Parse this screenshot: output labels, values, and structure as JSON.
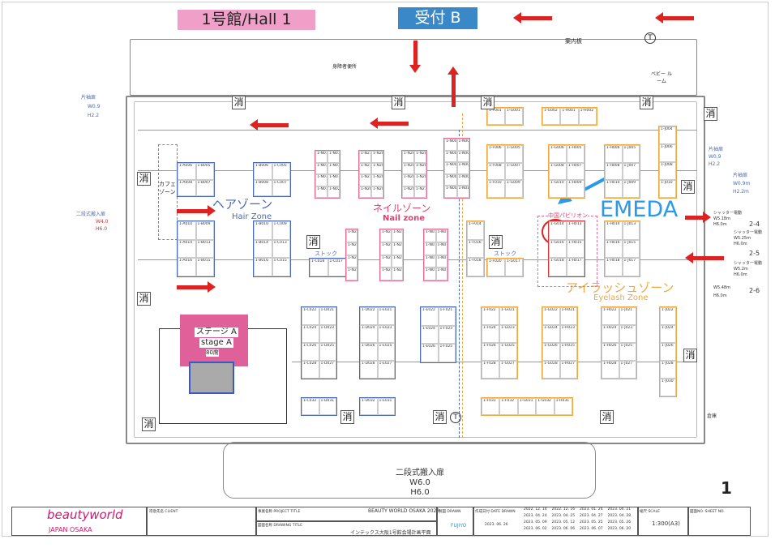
{
  "signs": {
    "hall": "1号館/Hall 1",
    "reception": "受付 B",
    "info_board": "案内板",
    "baby_room": "ベビー ルーム",
    "accessible_toilet": "身障者便所",
    "cafe": "カフェ ゾーン",
    "fire": "消",
    "toilet": "T",
    "annotation": "EMEDA",
    "sheet_no": "1",
    "stock": "ストック"
  },
  "zones": {
    "hair_jp": "ヘアゾーン",
    "hair_en": "Hair Zone",
    "nail_jp": "ネイルゾーン",
    "nail_en": "Nail zone",
    "eyelash_jp": "アイラッシュゾーン",
    "eyelash_en": "Eyelash Zone",
    "china_pavilion": "中国パビリオン",
    "stage_jp": "ステージ A",
    "stage_en": "stage A",
    "stage_seats": "80席"
  },
  "doors": {
    "left_top": [
      "片袖扉",
      "W0.9",
      "H2.2"
    ],
    "left_mid": [
      "二段式搬入扉",
      "W4.0",
      "H6.0"
    ],
    "right_top": [
      "片袖扉",
      "W0.9",
      "H2.2"
    ],
    "right_top2": [
      "片袖扉",
      "W0.9m",
      "H2.2m"
    ],
    "shutter1": [
      "シャッター電動",
      "W5.18m",
      "H6.0m",
      "2-4"
    ],
    "shutter2": [
      "シャッター電動",
      "W5.25m",
      "H6.0m",
      "2-5"
    ],
    "shutter3": [
      "シャッター電動",
      "W5.2m",
      "H6.0m"
    ],
    "shutter4": [
      "W5.48m",
      "H6.0m",
      "2-6"
    ],
    "bottom": [
      "二段式搬入扉",
      "W6.0",
      "H6.0"
    ],
    "warehouse": "倉庫"
  },
  "booths": [
    [
      "1-A006",
      "1-B005",
      "1-A008",
      "1-B007"
    ],
    [
      "1-B006",
      "1-C005",
      "1-B008",
      "1-C007"
    ],
    [
      "1-A010",
      "1-B009",
      "1-A014",
      "1-B013",
      "1-A016",
      "1-B015"
    ],
    [
      "1-B010",
      "1-C009",
      "1-B014",
      "1-C013",
      "1-B016",
      "1-C015"
    ],
    [
      "1-C018",
      "1-C017"
    ],
    [
      "1-N013",
      "1-N014",
      "1-N015",
      "1-N016",
      "1-N017",
      "1-N018",
      "1-N019",
      "1-N020"
    ],
    [
      "1-N212",
      "1-N206",
      "1-N213",
      "1-N208",
      "1-N211",
      "1-N208",
      "1-N209",
      "1-N208"
    ],
    [
      "1-N203",
      "1-N204",
      "1-N205",
      "1-N206",
      "1-N207",
      "1-N208",
      "1-N209",
      "1-N210"
    ],
    [
      "1-N001",
      "1-N002",
      "1-N003",
      "1-N004",
      "1-N005",
      "1-N006",
      "1-N007",
      "1-N008",
      "1-N009",
      "1-N010"
    ],
    [
      "1-N212",
      "1-N216",
      "1-N215",
      "1-N218"
    ],
    [
      "1-N211",
      "1-N212",
      "1-N213",
      "1-N214",
      "1-N215",
      "1-N216",
      "1-N217",
      "1-N218"
    ],
    [
      "1-N011",
      "1-N012",
      "1-N013",
      "1-N014",
      "1-N015",
      "1-N016",
      "1-N017",
      "1-N018"
    ],
    [
      "1-F001",
      "1-G001"
    ],
    [
      "1-G002",
      "1-H001",
      "1-H002"
    ],
    [
      "1-F006",
      "1-G005",
      "1-F008",
      "1-G007",
      "1-F010",
      "1-G009"
    ],
    [
      "1-G006",
      "1-H005",
      "1-G008",
      "1-H007",
      "1-G010",
      "1-H009"
    ],
    [
      "1-H006",
      "1-J005",
      "1-H008",
      "1-J007",
      "1-H010",
      "1-J009"
    ],
    [
      "1-J004",
      "1-J006",
      "1-J008",
      "1-J010"
    ],
    [
      "1-F014",
      "1-F016",
      "1-F018"
    ],
    [
      "1-F020",
      "1-G017"
    ],
    [
      "1-G014",
      "1-H013",
      "1-G016",
      "1-H015",
      "1-G018",
      "1-H017"
    ],
    [
      "1-H014",
      "1-J013",
      "1-H016",
      "1-J015",
      "1-H018",
      "1-J017"
    ],
    [
      "1-C022",
      "1-D021",
      "1-C024",
      "1-D023",
      "1-C026",
      "1-D025",
      "1-C028",
      "1-D027"
    ],
    [
      "1-D022",
      "1-E021",
      "1-D024",
      "1-E023",
      "1-D026",
      "1-E025",
      "1-D028",
      "1-E027"
    ],
    [
      "1-E022",
      "1-F021",
      "1-E024",
      "1-F023",
      "1-E026",
      "1-F025"
    ],
    [
      "1-F022",
      "1-G021",
      "1-F024",
      "1-G023",
      "1-F026",
      "1-G025",
      "1-F028",
      "1-G027"
    ],
    [
      "1-G022",
      "1-H021",
      "1-G024",
      "1-H023",
      "1-G026",
      "1-H025",
      "1-G028",
      "1-H027"
    ],
    [
      "1-H022",
      "1-J021",
      "1-H024",
      "1-J023",
      "1-H026",
      "1-J025",
      "1-H028",
      "1-J027"
    ],
    [
      "1-J022",
      "1-J024",
      "1-J026",
      "1-J028",
      "1-J030"
    ],
    [
      "1-C032",
      "1-D031"
    ],
    [
      "1-D032",
      "1-E031"
    ],
    [
      "1-F031",
      "1-F032",
      "1-G031",
      "1-G032",
      "1-H031"
    ]
  ],
  "title_block": {
    "logo": "beautyworld",
    "logo_sub": "JAPAN OSAKA",
    "client_label": "得意先名 CLIENT",
    "project_label": "事業名称 PROJECT TITLE",
    "project": "BEAUTY WORLD OSAKA 2023",
    "drawing_label": "図面名称 DRAWING TITLE",
    "drawing": "インテックス大阪1号館会場計画平面",
    "drawn_label": "製図 DRAWN",
    "drawn": "FUJIYO",
    "date_label": "作成日付 DATE DRAWN",
    "date": "2023. 06. 26",
    "revisions": [
      "2022. 12. 14",
      "2022. 12. 16",
      "2023. 01. 24",
      "2023. 04. 21",
      "2023. 04. 24",
      "2023. 04. 25",
      "2023. 04. 27",
      "2023. 04. 28",
      "2023. 05. 09",
      "2023. 05. 12",
      "2023. 05. 25",
      "2023. 05. 26",
      "2023. 06. 02",
      "2023. 06. 06",
      "2023. 06. 07",
      "2023. 06. 20"
    ],
    "scale_label": "縮尺 SCALE",
    "scale": "1:300(A3)",
    "sheet_label": "図面NO. SHEET NO."
  },
  "colors": {
    "hair": "#4a6bb0",
    "nail": "#e0709a",
    "eyelash": "#f0a840",
    "arrow": "#dd2222",
    "emeda": "#2a9ae8",
    "stage": "#e0609a"
  }
}
